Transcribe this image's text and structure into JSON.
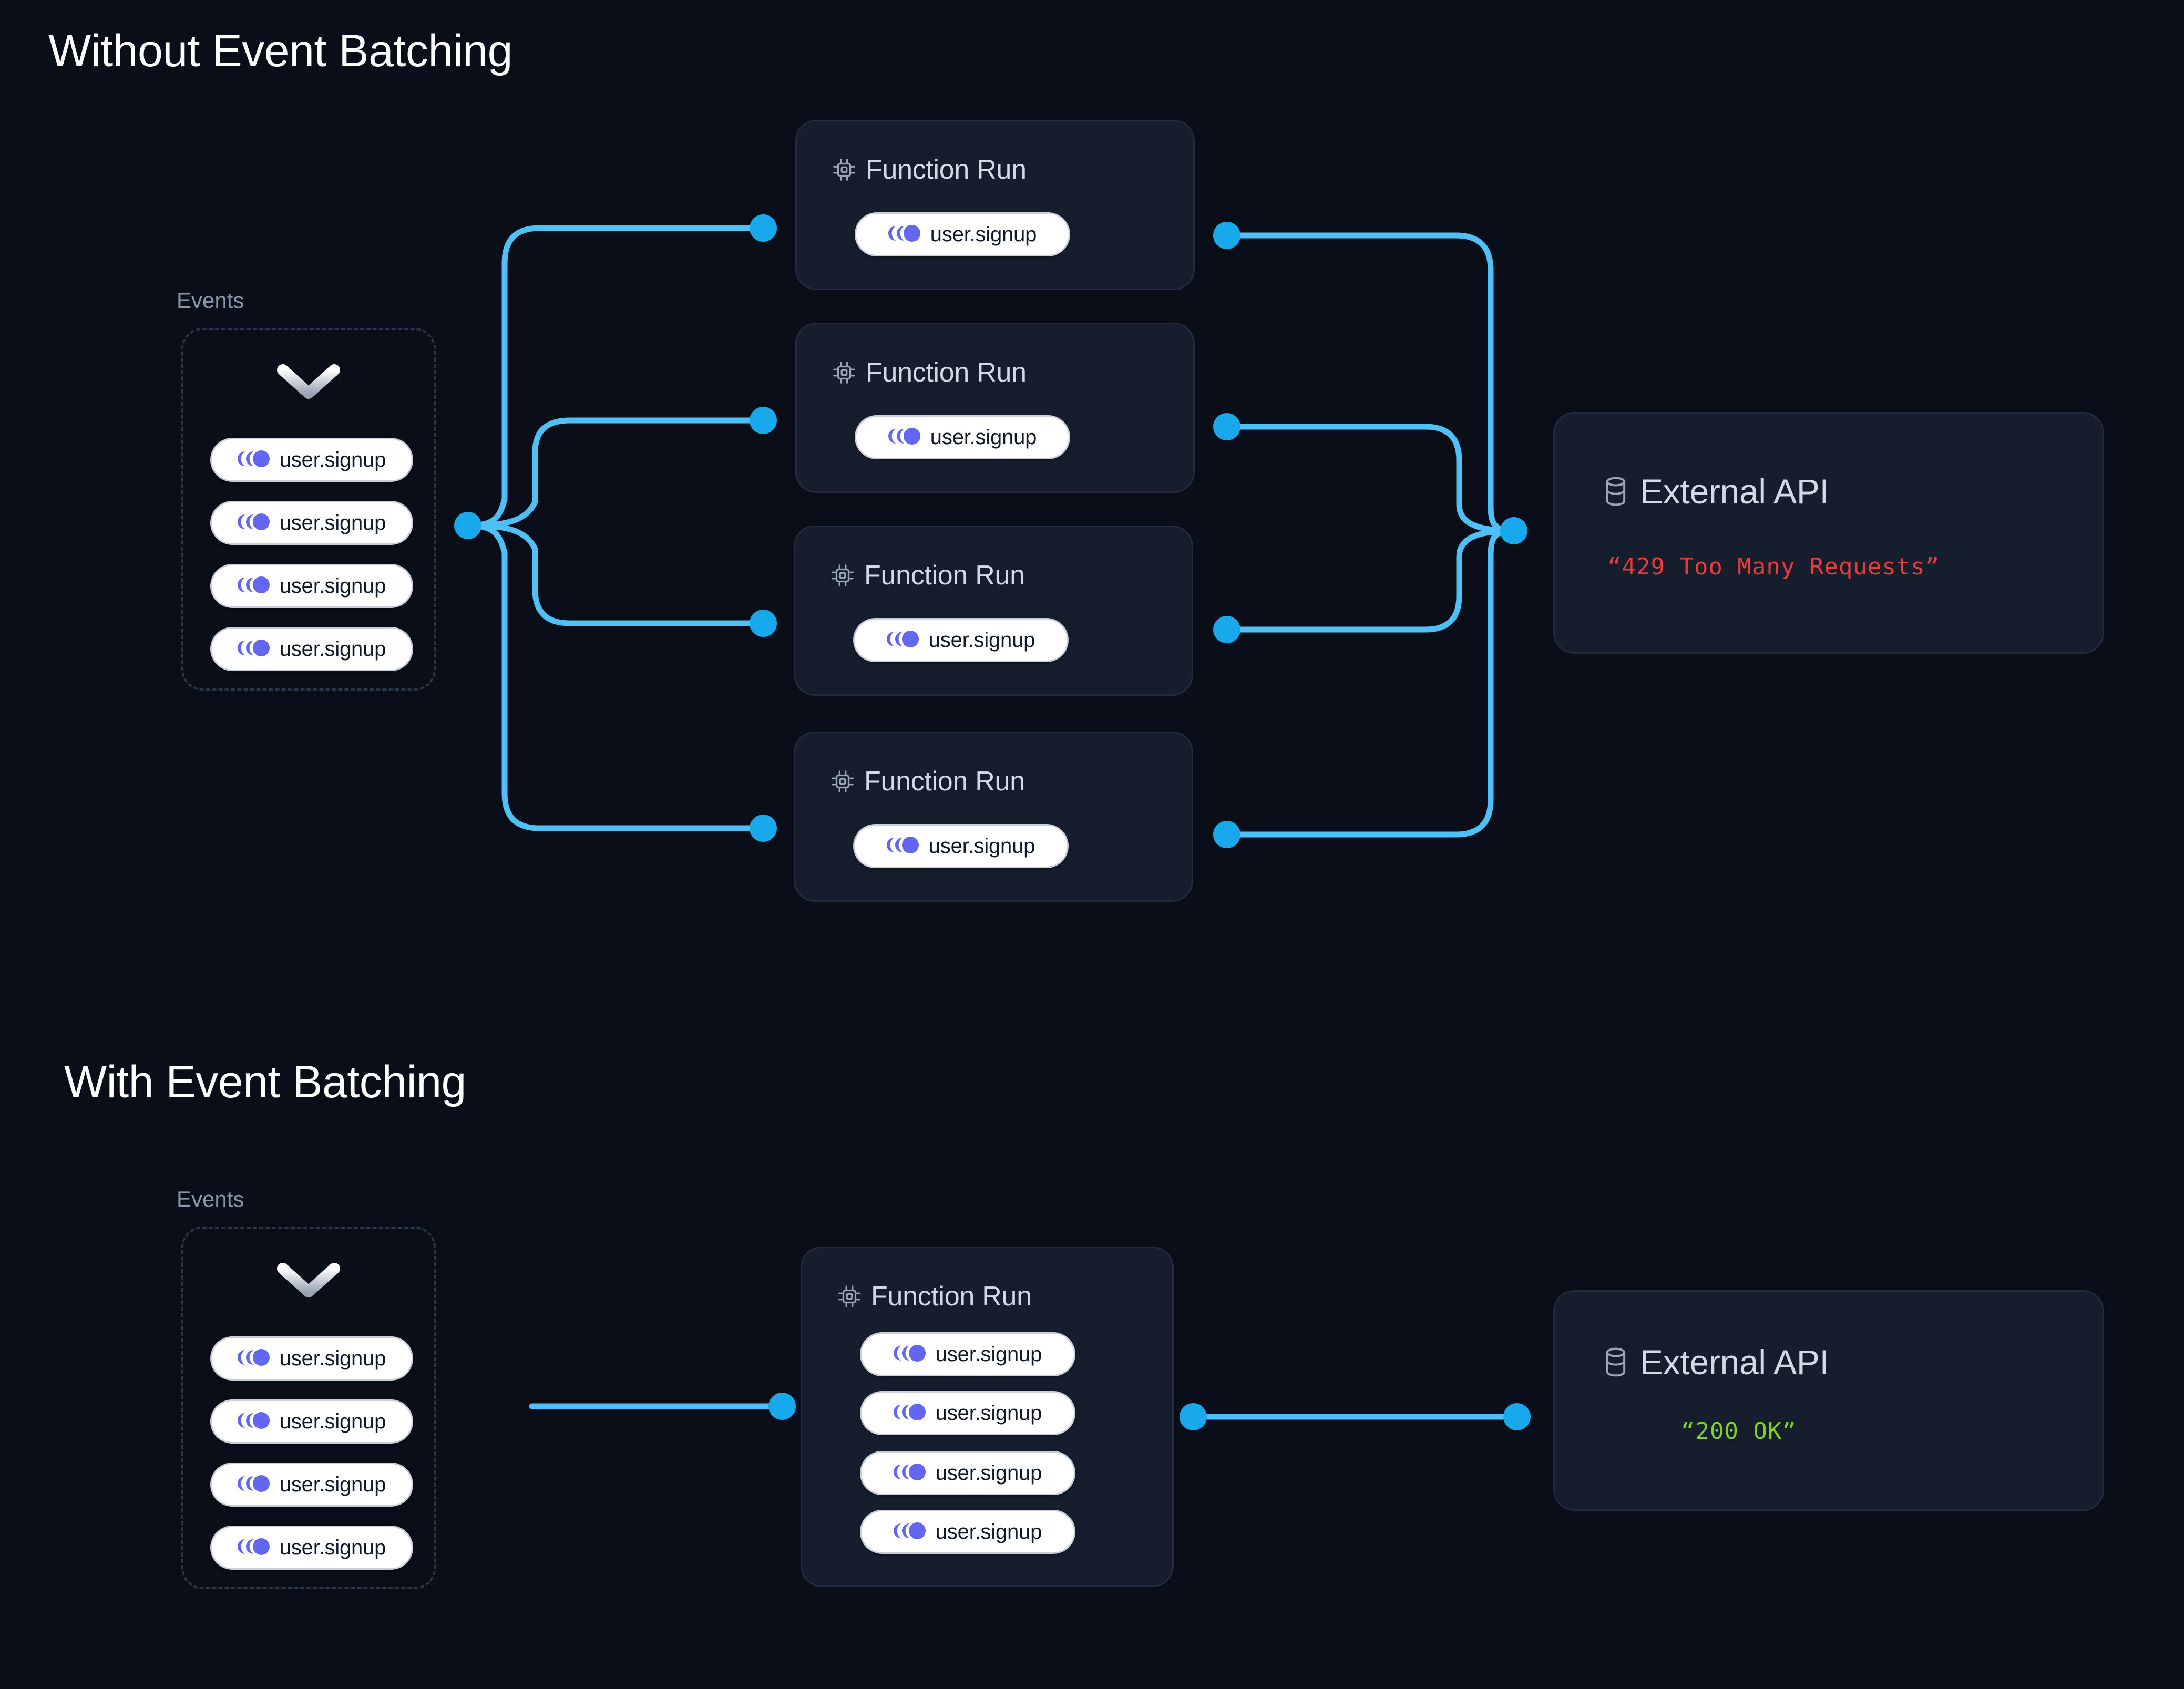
{
  "theme": {
    "background": "#0a0e18",
    "card_bg": "#161e2e",
    "card_border": "#222c3e",
    "wire": "#35b4f0",
    "dot": "#17a9ec",
    "event_icon": "#6366f1",
    "pill_bg": "#ffffff",
    "pill_text": "#101828",
    "muted_text": "#8b97ab",
    "heading_text": "#ffffff",
    "card_title_text": "#d3dae5",
    "error_text": "#f03a3a",
    "success_text": "#7ed321",
    "dashed_border": "#2b3648"
  },
  "sections": [
    {
      "id": "without",
      "title": "Without Event Batching",
      "events_group": {
        "caption": "Events",
        "chevron_icon": "chevron-down-icon",
        "events": [
          {
            "icon": "event-icon",
            "label": "user.signup"
          },
          {
            "icon": "event-icon",
            "label": "user.signup"
          },
          {
            "icon": "event-icon",
            "label": "user.signup"
          },
          {
            "icon": "event-icon",
            "label": "user.signup"
          }
        ]
      },
      "function_runs": [
        {
          "icon": "cpu-chip-icon",
          "title": "Function Run",
          "events": [
            {
              "icon": "event-icon",
              "label": "user.signup"
            }
          ]
        },
        {
          "icon": "cpu-chip-icon",
          "title": "Function Run",
          "events": [
            {
              "icon": "event-icon",
              "label": "user.signup"
            }
          ]
        },
        {
          "icon": "cpu-chip-icon",
          "title": "Function Run",
          "events": [
            {
              "icon": "event-icon",
              "label": "user.signup"
            }
          ]
        },
        {
          "icon": "cpu-chip-icon",
          "title": "Function Run",
          "events": [
            {
              "icon": "event-icon",
              "label": "user.signup"
            }
          ]
        }
      ],
      "external_api": {
        "icon": "database-icon",
        "title": "External API",
        "status": "“429 Too Many Requests”",
        "status_kind": "error"
      }
    },
    {
      "id": "with",
      "title": "With Event Batching",
      "events_group": {
        "caption": "Events",
        "chevron_icon": "chevron-down-icon",
        "events": [
          {
            "icon": "event-icon",
            "label": "user.signup"
          },
          {
            "icon": "event-icon",
            "label": "user.signup"
          },
          {
            "icon": "event-icon",
            "label": "user.signup"
          },
          {
            "icon": "event-icon",
            "label": "user.signup"
          }
        ]
      },
      "function_runs": [
        {
          "icon": "cpu-chip-icon",
          "title": "Function Run",
          "events": [
            {
              "icon": "event-icon",
              "label": "user.signup"
            },
            {
              "icon": "event-icon",
              "label": "user.signup"
            },
            {
              "icon": "event-icon",
              "label": "user.signup"
            },
            {
              "icon": "event-icon",
              "label": "user.signup"
            }
          ]
        }
      ],
      "external_api": {
        "icon": "database-icon",
        "title": "External API",
        "status": "“200 OK”",
        "status_kind": "success"
      }
    }
  ]
}
